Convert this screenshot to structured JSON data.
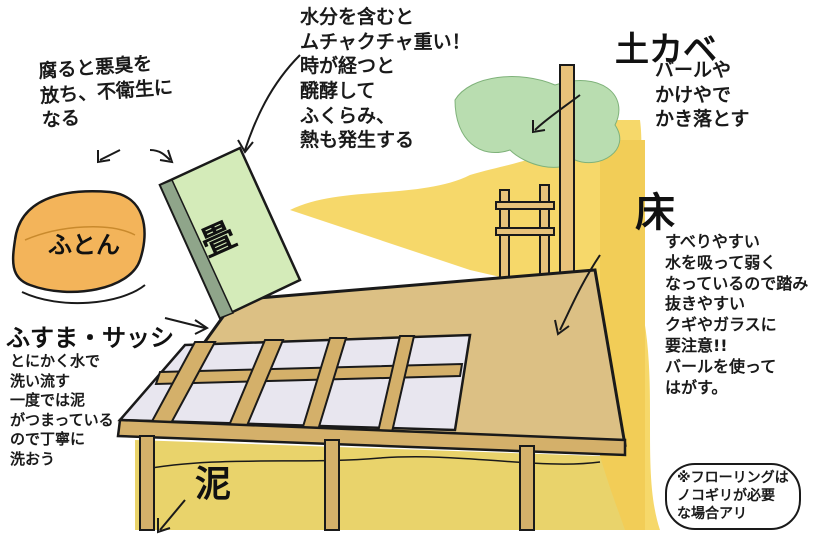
{
  "labels": {
    "tsuchikabe": "土カベ",
    "tatami": "畳",
    "futon": "ふとん",
    "fusuma": "ふすま・サッシ",
    "yuka": "床",
    "doro": "泥"
  },
  "notes": {
    "futon_note": "腐ると悪臭を\n放ち、不衛生に\nなる",
    "tatami_note": "水分を含むと\nムチャクチャ重い！\n時が経つと\n醗酵して\nふくらみ、\n熱も発生する",
    "wall_note": "バールや\nかけやで\nかき落とす",
    "floor_note": "すべりやすい\n水を吸って弱く\nなっているので踏み\n抜きやすい\nクギやガラスに\n要注意!!\nバールを使って\nはがす。",
    "fusuma_note": "とにかく水で\n洗い流す\n一度では泥\nがつまっている\nので丁寧に\n洗おう",
    "flooring_note": "※フローリングは\nノコギリが必要\nな場合アリ"
  },
  "colors": {
    "wall_yellow": "#f6d86a",
    "floor_tan": "#dcc084",
    "wood": "#d4b06a",
    "mud": "#e9d36b",
    "tatami_green": "#d4ebb9",
    "futon_orange": "#f3b45a",
    "moss_green": "#b9ddb0",
    "ink": "#1a1a1a"
  }
}
